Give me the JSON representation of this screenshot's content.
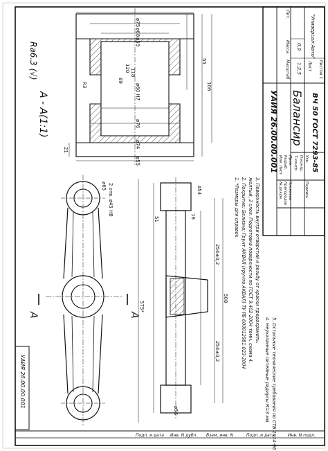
{
  "roughness": "Ra6.3 (√)",
  "section_label": "А - А(1:1)",
  "cut_letter": "А",
  "designation": "УАИЯ 26.00.00.001",
  "designation_stamp": "УАИЯ 26.00.00.001",
  "part_name": "Балансир",
  "material": "ВЧ 50 ГОСТ 7293-85",
  "organization": "\"Универсал-Авто\"",
  "mass": "0,0",
  "scale": "1:2,5",
  "sheet_label": "Лист",
  "sheets_label": "Листов 1",
  "lit_label": "Лит.",
  "mass_label": "Масса",
  "scale_label": "Масштаб",
  "title_rows": [
    {
      "role": "Изм. Лист",
      "name": "№ докум."
    },
    {
      "role": "Разраб.",
      "name": "Пригородов"
    },
    {
      "role": "Пров.",
      "name": "Клепиков"
    },
    {
      "role": "Т.контр.",
      "name": ""
    },
    {
      "role": "Н.контр.",
      "name": ""
    },
    {
      "role": "Утв.",
      "name": "Подпись"
    }
  ],
  "notes": [
    "1. *Размеры для справок.",
    "2. Покрытие: Белизна; Грунт АКВАЛ (грунта АКВАЛ) ТУ РБ 600012981.023-2004",
    "   желтый, 2 слоя. Подготовка поверхности по ГОСТ 9.402-2004 темн. схема 4.",
    "3. Поверхность внутри отверстий и резьбу от краски предохранить.",
    "4. Неуказанные литейные радиусы R=3 мм",
    "5. Остальные технические требования по СТБ 1014-96"
  ],
  "dims_section": [
    "ø75",
    "ø68",
    "ø59",
    "ø60 Н7",
    "ø76",
    "55",
    "89",
    "106",
    "118",
    "120",
    "21",
    "ø74",
    "ø55",
    "R3"
  ],
  "dims_plan": [
    "ø65",
    "2 отв. ø45 Н8",
    "ø54",
    "ø55",
    "51",
    "16",
    "254±0,2",
    "254±0,2",
    "508",
    "575*"
  ],
  "margin_labels": [
    "Инв. N подл.",
    "Подп. и дата",
    "Взам. инв. N",
    "Инв. N дубл.",
    "Подп. и дата"
  ]
}
